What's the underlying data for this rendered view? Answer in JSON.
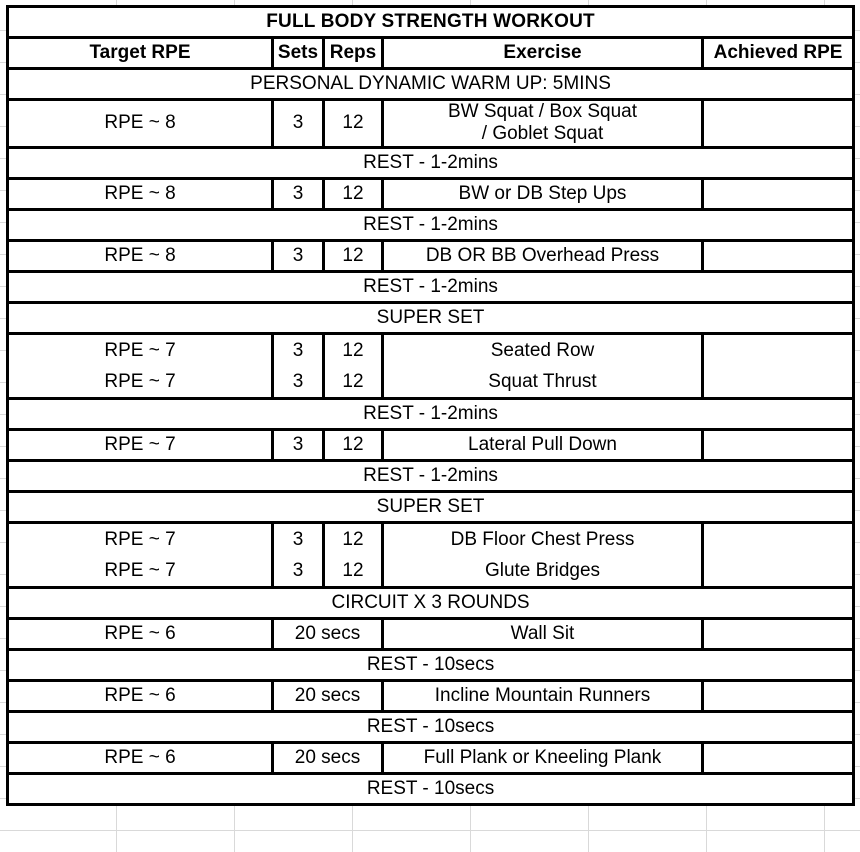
{
  "document": {
    "title": "FULL BODY STRENGTH WORKOUT"
  },
  "table": {
    "columns": [
      {
        "key": "target_rpe",
        "label": "Target RPE"
      },
      {
        "key": "sets",
        "label": "Sets"
      },
      {
        "key": "reps",
        "label": "Reps"
      },
      {
        "key": "exercise",
        "label": "Exercise"
      },
      {
        "key": "achieved_rpe",
        "label": "Achieved RPE"
      }
    ],
    "rows": [
      {
        "type": "band_warmup",
        "text": "PERSONAL DYNAMIC WARM UP: 5MINS"
      },
      {
        "type": "exercise_2line",
        "target_rpe": "RPE ~ 8",
        "sets": "3",
        "reps": "12",
        "exercise_line1": "BW Squat / Box Squat",
        "exercise_line2": "/ Goblet Squat",
        "achieved_rpe": ""
      },
      {
        "type": "band_rest",
        "text": "REST - 1-2mins"
      },
      {
        "type": "exercise",
        "target_rpe": "RPE ~ 8",
        "sets": "3",
        "reps": "12",
        "exercise": "BW or DB Step Ups",
        "achieved_rpe": ""
      },
      {
        "type": "band_rest",
        "text": "REST - 1-2mins"
      },
      {
        "type": "exercise",
        "target_rpe": "RPE ~ 8",
        "sets": "3",
        "reps": "12",
        "exercise": "DB OR BB Overhead Press",
        "achieved_rpe": ""
      },
      {
        "type": "band_rest",
        "text": "REST - 1-2mins"
      },
      {
        "type": "band_group",
        "text": "SUPER SET"
      },
      {
        "type": "superset_pair",
        "a": {
          "target_rpe": "RPE ~ 7",
          "sets": "3",
          "reps": "12",
          "exercise": "Seated Row"
        },
        "b": {
          "target_rpe": "RPE ~ 7",
          "sets": "3",
          "reps": "12",
          "exercise": "Squat Thrust"
        },
        "achieved_rpe": ""
      },
      {
        "type": "band_rest",
        "text": "REST - 1-2mins"
      },
      {
        "type": "exercise_merged",
        "target_rpe": "RPE ~ 7",
        "sets": "3",
        "reps": "12",
        "exercise": "Lateral Pull Down",
        "achieved_rpe": ""
      },
      {
        "type": "band_rest",
        "text": "REST - 1-2mins"
      },
      {
        "type": "band_group",
        "text": "SUPER SET"
      },
      {
        "type": "superset_pair",
        "a": {
          "target_rpe": "RPE ~ 7",
          "sets": "3",
          "reps": "12",
          "exercise": "DB Floor Chest Press"
        },
        "b": {
          "target_rpe": "RPE ~ 7",
          "sets": "3",
          "reps": "12",
          "exercise": "Glute Bridges"
        },
        "achieved_rpe": ""
      },
      {
        "type": "band_group",
        "text": "CIRCUIT X 3 ROUNDS"
      },
      {
        "type": "circuit",
        "target_rpe": "RPE ~ 6",
        "duration": "20 secs",
        "exercise": "Wall Sit"
      },
      {
        "type": "band_rest",
        "text": "REST - 10secs"
      },
      {
        "type": "circuit",
        "target_rpe": "RPE ~ 6",
        "duration": "20 secs",
        "exercise": "Incline Mountain Runners"
      },
      {
        "type": "band_rest",
        "text": "REST - 10secs"
      },
      {
        "type": "circuit",
        "target_rpe": "RPE ~ 6",
        "duration": "20 secs",
        "exercise": "Full Plank or Kneeling Plank"
      },
      {
        "type": "band_rest",
        "text": "REST - 10secs"
      }
    ]
  },
  "colors": {
    "warmup_band": "#F8CBAD",
    "rest_band": "#BDD7EE",
    "group_band": "#C5E0B4",
    "border": "#000000",
    "text": "#000000",
    "background": "#FFFFFF"
  }
}
